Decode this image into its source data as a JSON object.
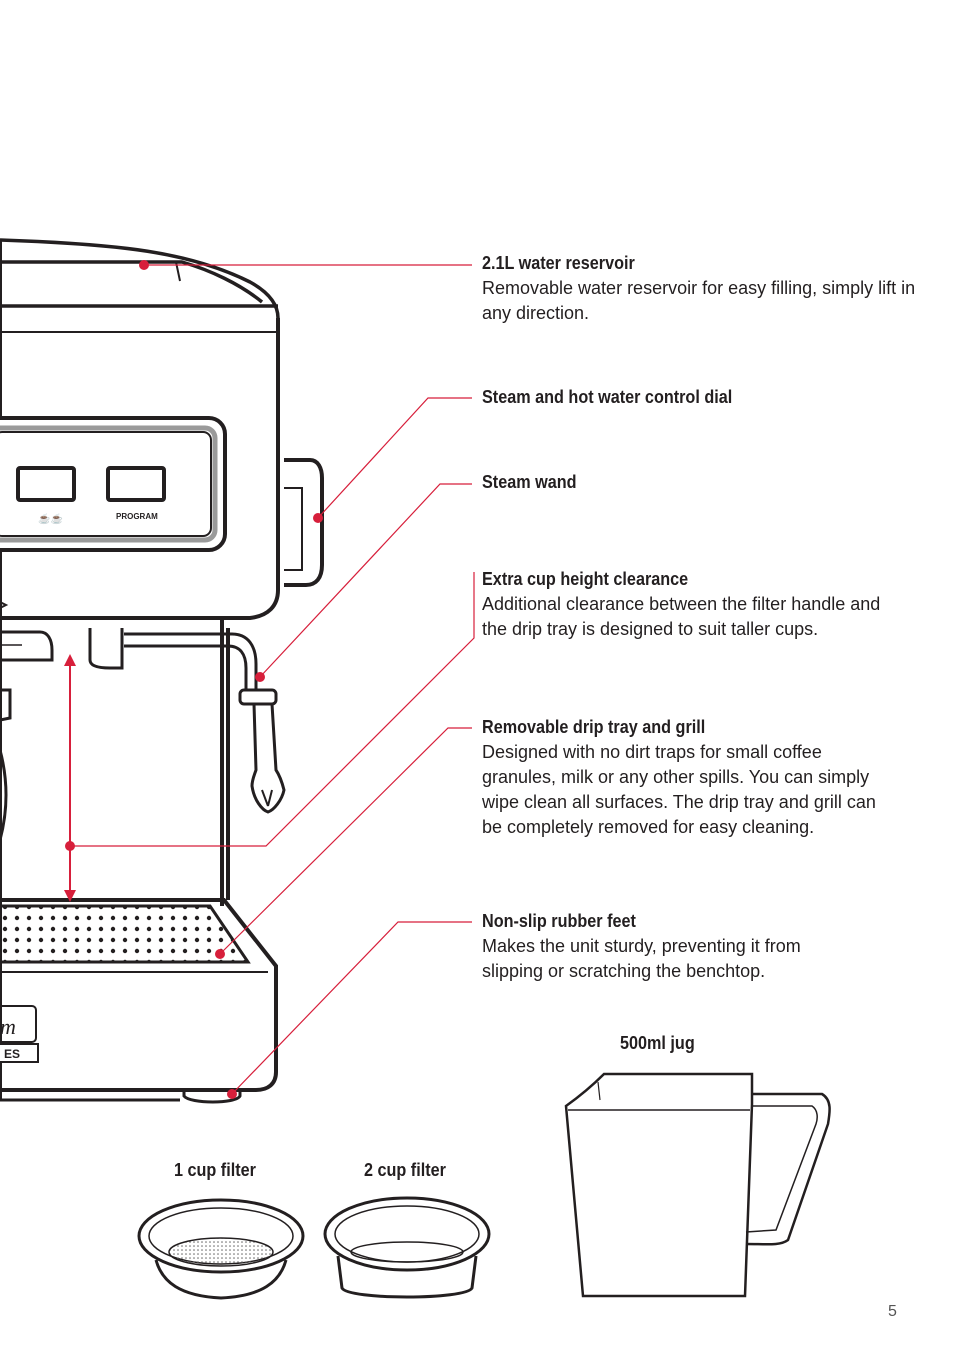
{
  "callouts": [
    {
      "title": "2.1L water reservoir",
      "desc": "Removable water reservoir for easy filling, simply lift in any direction."
    },
    {
      "title": "Steam and hot water control dial",
      "desc": ""
    },
    {
      "title": "Steam wand",
      "desc": ""
    },
    {
      "title": "Extra cup height clearance",
      "desc": "Additional clearance between the filter handle and the drip tray is designed to suit taller cups."
    },
    {
      "title": "Removable drip tray and grill",
      "desc": "Designed with no dirt traps for small coffee granules, milk or any other spills. You can simply wipe clean all surfaces. The drip tray and grill can be completely removed for easy cleaning."
    },
    {
      "title": "Non-slip rubber feet",
      "desc": "Makes the unit sturdy, preventing it from slipping or scratching the benchtop."
    }
  ],
  "accessories": {
    "jug_label": "500ml jug",
    "one_cup_label": "1 cup filter",
    "two_cup_label": "2 cup filter"
  },
  "machine": {
    "program_label": "PROGRAM",
    "badge_text": "ES"
  },
  "page_number": "5",
  "colors": {
    "accent": "#d71f3b",
    "ink": "#231f20"
  }
}
